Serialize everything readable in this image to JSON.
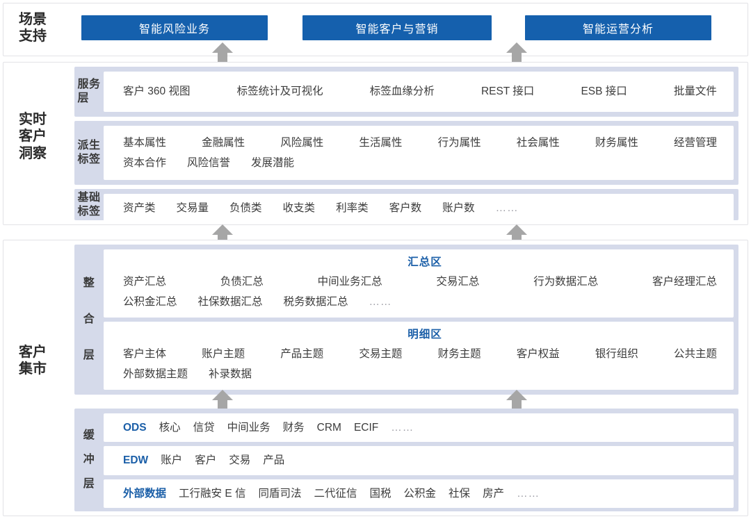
{
  "panels": {
    "scene": {
      "title": "场景\n支持"
    },
    "insight": {
      "title": "实时\n客户\n洞察"
    },
    "mart": {
      "title": "客户\n集市"
    }
  },
  "scene_buttons": [
    {
      "label": "智能风险业务"
    },
    {
      "label": "智能客户与营销"
    },
    {
      "label": "智能运营分析"
    }
  ],
  "layers": {
    "service": {
      "label": "服务\n层",
      "items": [
        "客户 360 视图",
        "标签统计及可视化",
        "标签血缘分析",
        "REST 接口",
        "ESB 接口",
        "批量文件"
      ]
    },
    "derived": {
      "label": "派生\n标签",
      "row1": [
        "基本属性",
        "金融属性",
        "风险属性",
        "生活属性",
        "行为属性",
        "社会属性",
        "财务属性",
        "经营管理"
      ],
      "row2": [
        "资本合作",
        "风险信誉",
        "发展潜能"
      ]
    },
    "basic": {
      "label": "基础\n标签",
      "items": [
        "资产类",
        "交易量",
        "负债类",
        "收支类",
        "利率类",
        "客户数",
        "账户数"
      ],
      "ellipsis": "……"
    },
    "integrate": {
      "label_chars": [
        "整",
        "合",
        "层"
      ],
      "summary_zone": {
        "title": "汇总区",
        "row1": [
          "资产汇总",
          "负债汇总",
          "中间业务汇总",
          "交易汇总",
          "行为数据汇总",
          "客户经理汇总"
        ],
        "row2": [
          "公积金汇总",
          "社保数据汇总",
          "税务数据汇总"
        ],
        "ellipsis": "……"
      },
      "detail_zone": {
        "title": "明细区",
        "row1": [
          "客户主体",
          "账户主题",
          "产品主题",
          "交易主题",
          "财务主题",
          "客户权益",
          "银行组织",
          "公共主题"
        ],
        "row2": [
          "外部数据主题",
          "补录数据"
        ]
      }
    },
    "buffer": {
      "label_chars": [
        "缓",
        "冲",
        "层"
      ],
      "rows": [
        {
          "accent": "ODS",
          "items": [
            "核心",
            "信贷",
            "中间业务",
            "财务",
            "CRM",
            "ECIF"
          ],
          "ellipsis": "……"
        },
        {
          "accent": "EDW",
          "items": [
            "账户",
            "客户",
            "交易",
            "产品"
          ],
          "ellipsis": ""
        },
        {
          "accent": "外部数据",
          "items": [
            "工行融安 E 信",
            "同盾司法",
            "二代征信",
            "国税",
            "公积金",
            "社保",
            "房产"
          ],
          "ellipsis": "……"
        }
      ]
    }
  },
  "colors": {
    "button_blue": "#1560ad",
    "accent_blue": "#1b5fa8",
    "band_fill": "#d5daea",
    "arrow_grey": "#a6a6a6",
    "panel_border": "#e2e2e6",
    "text": "#3c3c3c"
  }
}
